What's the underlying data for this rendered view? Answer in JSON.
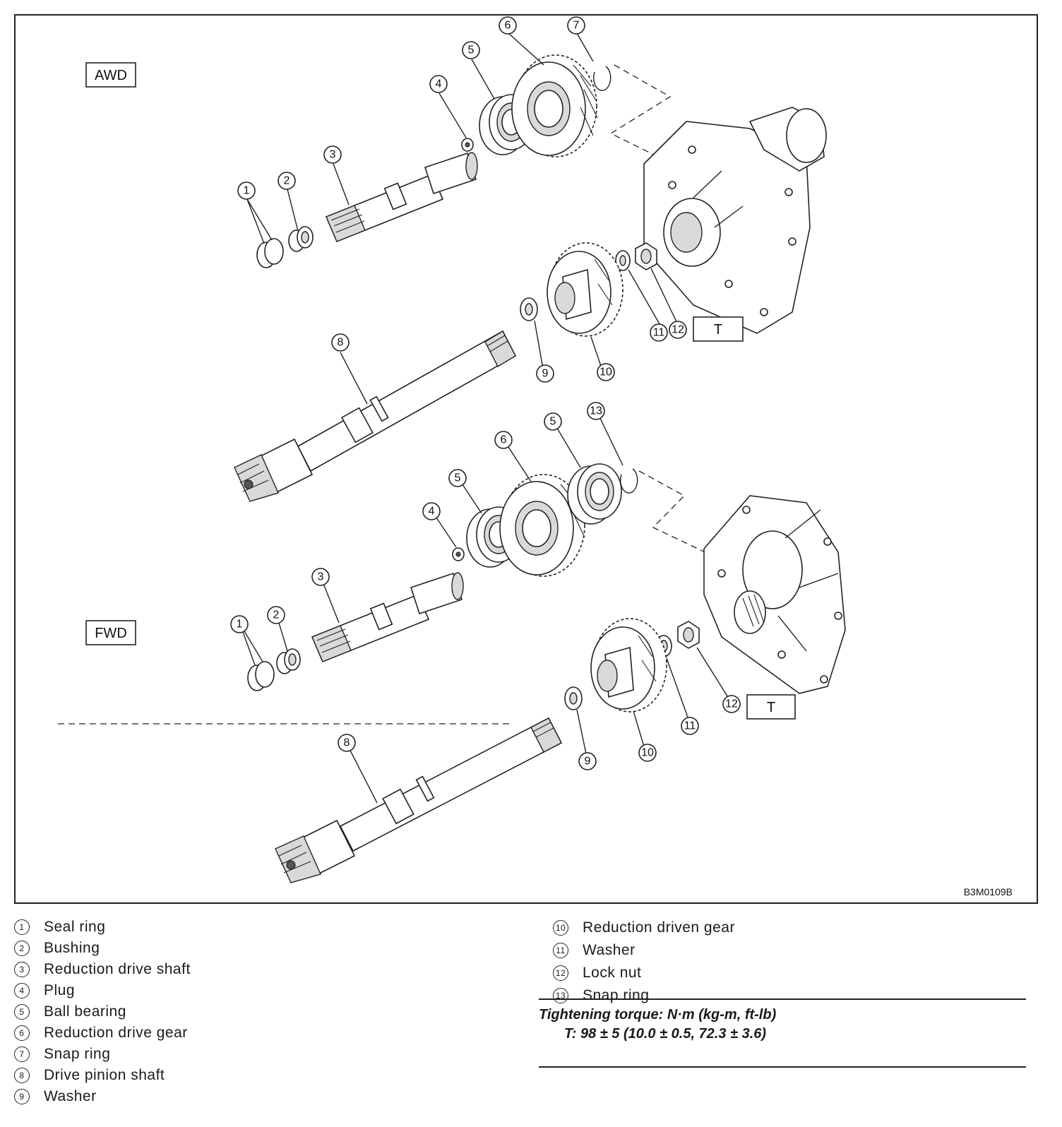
{
  "figure": {
    "variant_awd": "AWD",
    "variant_fwd": "FWD",
    "torque_mark": "T",
    "figure_code": "B3M0109B"
  },
  "legend": {
    "left": [
      {
        "num": "1",
        "label": "Seal ring"
      },
      {
        "num": "2",
        "label": "Bushing"
      },
      {
        "num": "3",
        "label": "Reduction drive shaft"
      },
      {
        "num": "4",
        "label": "Plug"
      },
      {
        "num": "5",
        "label": "Ball bearing"
      },
      {
        "num": "6",
        "label": "Reduction drive gear"
      },
      {
        "num": "7",
        "label": "Snap ring"
      },
      {
        "num": "8",
        "label": "Drive pinion shaft"
      },
      {
        "num": "9",
        "label": "Washer"
      }
    ],
    "right": [
      {
        "num": "10",
        "label": "Reduction driven gear"
      },
      {
        "num": "11",
        "label": "Washer"
      },
      {
        "num": "12",
        "label": "Lock nut"
      },
      {
        "num": "13",
        "label": "Snap ring"
      }
    ]
  },
  "torque": {
    "title": "Tightening torque: N·m (kg-m, ft-lb)",
    "value": "T: 98 ± 5 (10.0 ± 0.5, 72.3 ± 3.6)"
  }
}
